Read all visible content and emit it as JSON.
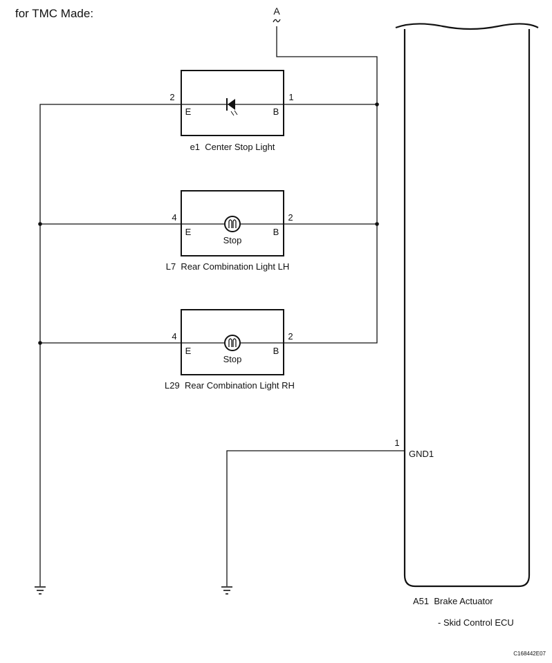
{
  "header": {
    "title": "for TMC Made:"
  },
  "top_connector": {
    "label": "A"
  },
  "components": [
    {
      "name": "e1  Center Stop Light",
      "left_pin": "2",
      "right_pin": "1",
      "left_terminal": "E",
      "right_terminal": "B",
      "symbol": "led-icon",
      "symbol_label": ""
    },
    {
      "name": "L7  Rear Combination Light LH",
      "left_pin": "4",
      "right_pin": "2",
      "left_terminal": "E",
      "right_terminal": "B",
      "symbol": "bulb-icon",
      "symbol_label": "Stop"
    },
    {
      "name": "L29  Rear Combination Light RH",
      "left_pin": "4",
      "right_pin": "2",
      "left_terminal": "E",
      "right_terminal": "B",
      "symbol": "bulb-icon",
      "symbol_label": "Stop"
    }
  ],
  "ecu": {
    "pin": "1",
    "terminal": "GND1",
    "name_line1": "A51  Brake Actuator",
    "name_line2": "- Skid Control ECU"
  },
  "footer": {
    "code": "C168442E07"
  }
}
